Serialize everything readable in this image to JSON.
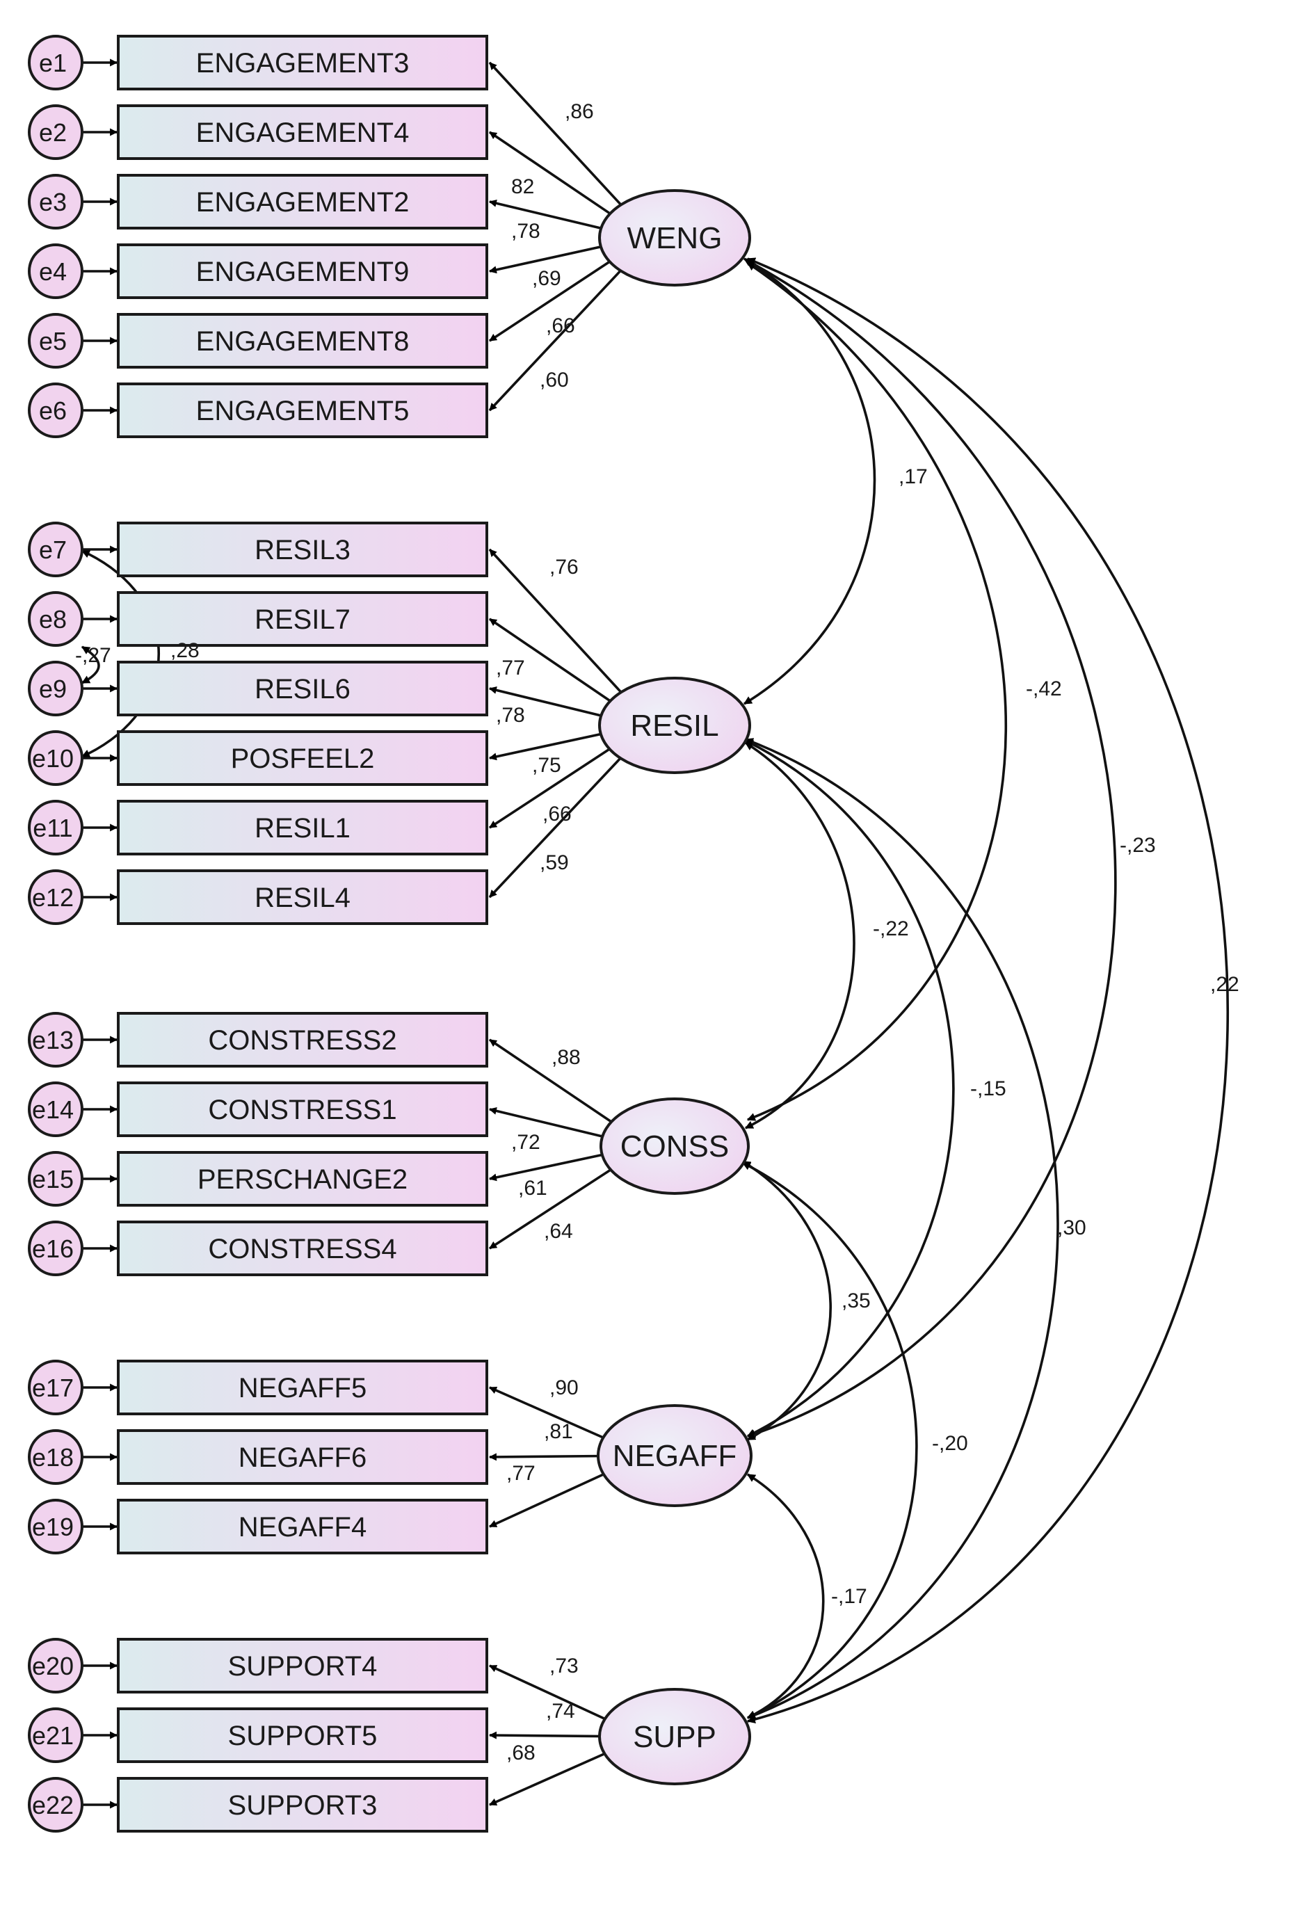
{
  "latents": [
    {
      "id": "WENG",
      "label": "WENG"
    },
    {
      "id": "RESIL",
      "label": "RESIL"
    },
    {
      "id": "CONSS",
      "label": "CONSS"
    },
    {
      "id": "NEGAFF",
      "label": "NEGAFF"
    },
    {
      "id": "SUPP",
      "label": "SUPP"
    }
  ],
  "indicators": [
    {
      "label": "ENGAGEMENT3",
      "error": "e1",
      "latent": "WENG",
      "loading": ",86"
    },
    {
      "label": "ENGAGEMENT4",
      "error": "e2",
      "latent": "WENG",
      "loading": ""
    },
    {
      "label": "ENGAGEMENT2",
      "error": "e3",
      "latent": "WENG",
      "loading": "82"
    },
    {
      "label": "ENGAGEMENT9",
      "error": "e4",
      "latent": "WENG",
      "loading": ",78"
    },
    {
      "label": "ENGAGEMENT8",
      "error": "e5",
      "latent": "WENG",
      "loading": ",69"
    },
    {
      "label": "ENGAGEMENT5",
      "error": "e6",
      "latent": "WENG",
      "loading": ",66"
    },
    {
      "label": "RESIL3",
      "error": "e7",
      "latent": "RESIL",
      "loading": ",76"
    },
    {
      "label": "RESIL7",
      "error": "e8",
      "latent": "RESIL",
      "loading": ""
    },
    {
      "label": "RESIL6",
      "error": "e9",
      "latent": "RESIL",
      "loading": ",77"
    },
    {
      "label": "POSFEEL2",
      "error": "e10",
      "latent": "RESIL",
      "loading": ",78"
    },
    {
      "label": "RESIL1",
      "error": "e11",
      "latent": "RESIL",
      "loading": ",75"
    },
    {
      "label": "RESIL4",
      "error": "e12",
      "latent": "RESIL",
      "loading": ",66"
    },
    {
      "label": "CONSTRESS2",
      "error": "e13",
      "latent": "CONSS",
      "loading": ",88"
    },
    {
      "label": "CONSTRESS1",
      "error": "e14",
      "latent": "CONSS",
      "loading": ""
    },
    {
      "label": "PERSCHANGE2",
      "error": "e15",
      "latent": "CONSS",
      "loading": ",72"
    },
    {
      "label": "CONSTRESS4",
      "error": "e16",
      "latent": "CONSS",
      "loading": ",61"
    },
    {
      "label": "NEGAFF5",
      "error": "e17",
      "latent": "NEGAFF",
      "loading": ",90"
    },
    {
      "label": "NEGAFF6",
      "error": "e18",
      "latent": "NEGAFF",
      "loading": ",81"
    },
    {
      "label": "NEGAFF4",
      "error": "e19",
      "latent": "NEGAFF",
      "loading": ",77"
    },
    {
      "label": "SUPPORT4",
      "error": "e20",
      "latent": "SUPP",
      "loading": ",73"
    },
    {
      "label": "SUPPORT5",
      "error": "e21",
      "latent": "SUPP",
      "loading": ",74"
    },
    {
      "label": "SUPPORT3",
      "error": "e22",
      "latent": "SUPP",
      "loading": ",68"
    }
  ],
  "extra_loading_labels": [
    ",60",
    ",59",
    ",64"
  ],
  "covariances": [
    {
      "from": "WENG",
      "to": "RESIL",
      "value": ",17"
    },
    {
      "from": "WENG",
      "to": "CONSS",
      "value": "-,42"
    },
    {
      "from": "WENG",
      "to": "NEGAFF",
      "value": "-,23"
    },
    {
      "from": "WENG",
      "to": "SUPP",
      "value": ",22"
    },
    {
      "from": "RESIL",
      "to": "CONSS",
      "value": "-,22"
    },
    {
      "from": "RESIL",
      "to": "NEGAFF",
      "value": "-,15"
    },
    {
      "from": "RESIL",
      "to": "SUPP",
      "value": ",30"
    },
    {
      "from": "CONSS",
      "to": "NEGAFF",
      "value": ",35"
    },
    {
      "from": "CONSS",
      "to": "SUPP",
      "value": "-,20"
    },
    {
      "from": "NEGAFF",
      "to": "SUPP",
      "value": "-,17"
    }
  ],
  "error_covariances": [
    {
      "from": "e7",
      "to": "e10",
      "value": ",28"
    },
    {
      "from": "e8",
      "to": "e9",
      "value": "-,27"
    }
  ]
}
